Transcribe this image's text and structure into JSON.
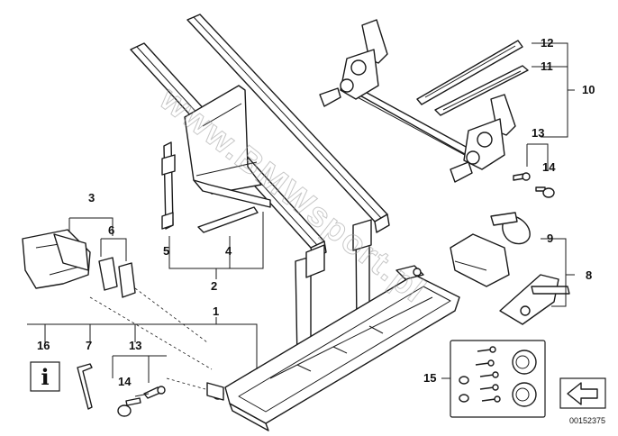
{
  "diagram": {
    "drawing_id": "00152375",
    "watermark": "www.BMWsport.pl",
    "info_symbol": "i",
    "callouts": [
      {
        "id": "c1",
        "label": "1"
      },
      {
        "id": "c2",
        "label": "2"
      },
      {
        "id": "c3",
        "label": "3"
      },
      {
        "id": "c4",
        "label": "4"
      },
      {
        "id": "c5",
        "label": "5"
      },
      {
        "id": "c6",
        "label": "6"
      },
      {
        "id": "c7",
        "label": "7"
      },
      {
        "id": "c8",
        "label": "8"
      },
      {
        "id": "c9",
        "label": "9"
      },
      {
        "id": "c10",
        "label": "10"
      },
      {
        "id": "c11",
        "label": "11"
      },
      {
        "id": "c12",
        "label": "12"
      },
      {
        "id": "c13a",
        "label": "13"
      },
      {
        "id": "c13b",
        "label": "13"
      },
      {
        "id": "c14a",
        "label": "14"
      },
      {
        "id": "c14b",
        "label": "14"
      },
      {
        "id": "c15",
        "label": "15"
      },
      {
        "id": "c16",
        "label": "16"
      }
    ]
  }
}
